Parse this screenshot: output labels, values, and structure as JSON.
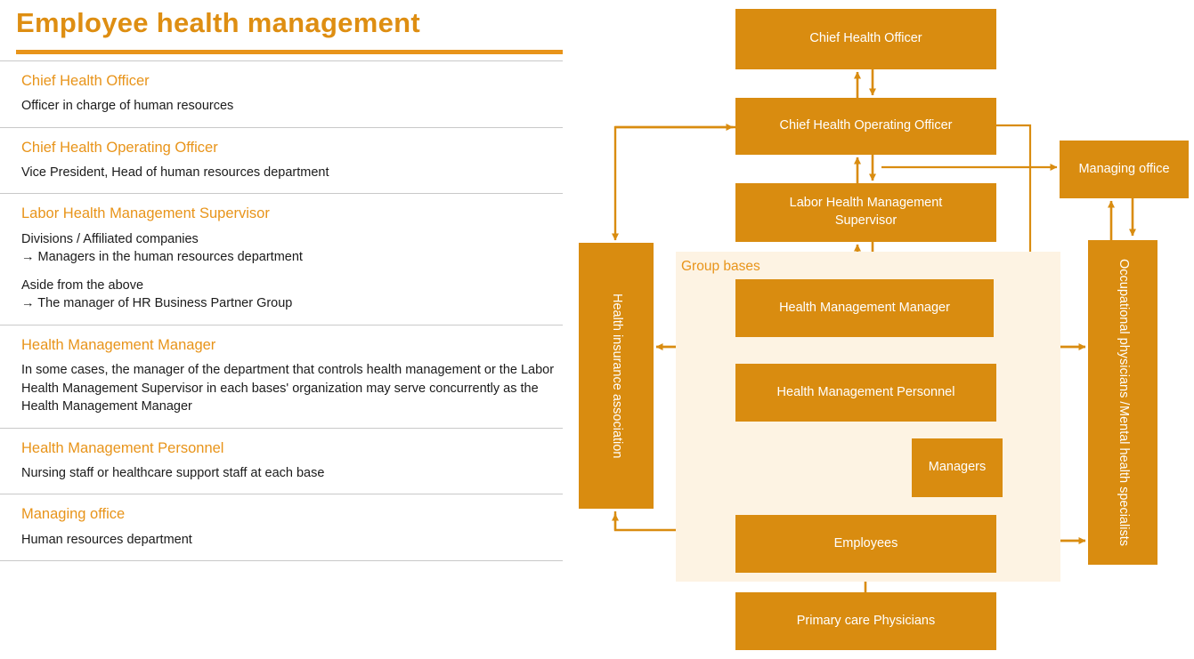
{
  "header": {
    "title": "Employee health management",
    "accent": "#E8941A",
    "rule_color": "#E8941A"
  },
  "glossary": [
    {
      "term": "Chief Health Officer",
      "definitions": [
        "Officer in charge of human resources"
      ]
    },
    {
      "term": "Chief Health Operating Officer",
      "definitions": [
        "Vice President, Head of human resources department"
      ]
    },
    {
      "term": "Labor Health Management Supervisor",
      "definitions": [
        "Divisions / Affiliated companies\n→ Managers in the human resources department",
        "Aside from the above\n→ The manager of HR Business Partner Group"
      ]
    },
    {
      "term": "Health Management Manager",
      "definitions": [
        "In some cases, the manager of the department that controls health management or the Labor Health Management Supervisor in each bases' organization may serve concurrently as the Health Management Manager"
      ]
    },
    {
      "term": "Health Management Personnel",
      "definitions": [
        "Nursing staff or healthcare support staff at each base"
      ]
    },
    {
      "term": "Managing office",
      "definitions": [
        "Human resources department"
      ]
    }
  ],
  "diagram": {
    "box_color": "#D98C10",
    "panel_color": "#FDF3E3",
    "connector_color": "#D98C10",
    "group_label": "Group bases",
    "nodes": {
      "chief_health_officer": "Chief Health Officer",
      "chief_health_operating_officer": "Chief Health Operating Officer",
      "labor_health_management_supervisor": "Labor Health Management Supervisor",
      "managing_office": "Managing office",
      "health_insurance_association": "Health insurance association",
      "occupational_physicians_line1": "Occupational physicians /",
      "occupational_physicians_line2": "Mental health specialists",
      "health_management_manager": "Health Management Manager",
      "health_management_personnel": "Health Management Personnel",
      "managers": "Managers",
      "employees": "Employees",
      "primary_care_physicians": "Primary care Physicians"
    }
  }
}
